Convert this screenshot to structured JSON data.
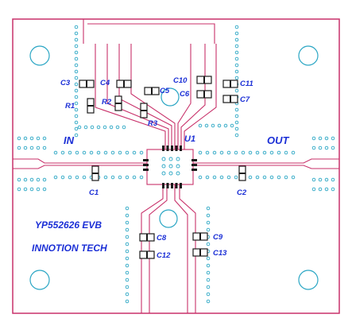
{
  "board": {
    "colors": {
      "outline": "#c8316a",
      "trace": "#c8316a",
      "via": "#2aa6c4",
      "pad": "#1a1a1a",
      "label": "#1b2fd6",
      "background": "#ffffff"
    },
    "port_labels": {
      "input": "IN",
      "output": "OUT"
    },
    "title_lines": [
      "YP552626 EVB",
      "INNOTION TECH"
    ],
    "ic_label": "U1",
    "components": [
      "C3",
      "C4",
      "R2",
      "R1",
      "C5",
      "R3",
      "C10",
      "C6",
      "C11",
      "C7",
      "C1",
      "C2",
      "C8",
      "C12",
      "C9",
      "C13"
    ]
  }
}
